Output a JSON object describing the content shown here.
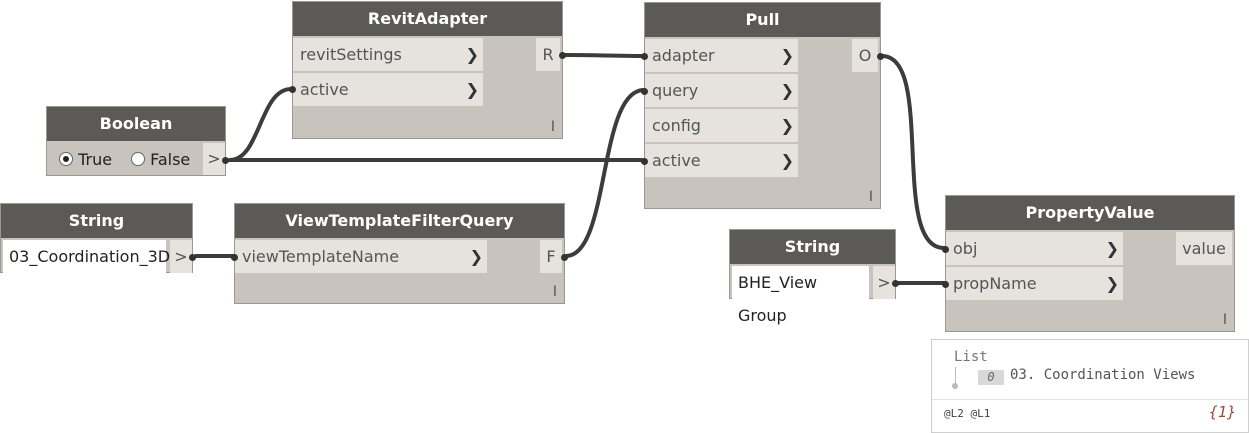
{
  "nodes": {
    "revit_adapter": {
      "title": "RevitAdapter",
      "inputs": [
        "revitSettings",
        "active"
      ],
      "output": "R",
      "lacing": "I"
    },
    "pull": {
      "title": "Pull",
      "inputs": [
        "adapter",
        "query",
        "config",
        "active"
      ],
      "output": "O",
      "lacing": "I"
    },
    "boolean": {
      "title": "Boolean",
      "option_true": "True",
      "option_false": "False",
      "selected": "True",
      "output": ">"
    },
    "string1": {
      "title": "String",
      "value": "03_Coordination_3D",
      "output": ">"
    },
    "view_template_filter_query": {
      "title": "ViewTemplateFilterQuery",
      "inputs": [
        "viewTemplateName"
      ],
      "output": "F",
      "lacing": "I"
    },
    "string2": {
      "title": "String",
      "value": "BHE_View Group",
      "output": ">"
    },
    "property_value": {
      "title": "PropertyValue",
      "inputs": [
        "obj",
        "propName"
      ],
      "output": "value",
      "lacing": "I"
    }
  },
  "preview": {
    "list_label": "List",
    "index": "0",
    "item": "03. Coordination Views",
    "levels": "@L2 @L1",
    "count": "{1}"
  },
  "colors": {
    "header": "#5c5a57",
    "node_body": "#c8c4bd",
    "port": "#e6e3de",
    "wire": "#3c3c3c",
    "count_text": "#9b4a3a"
  },
  "icons": {
    "input_arrow": "chevron-right-icon",
    "radio": "radio-icon"
  }
}
